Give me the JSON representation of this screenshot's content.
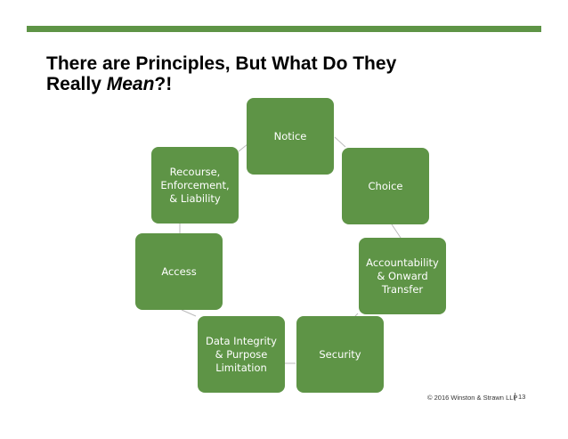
{
  "slide": {
    "title_line1": "There are Principles, But What Do They",
    "title_line2_prefix": "Really ",
    "title_line2_emphasis": "Mean",
    "title_line2_suffix": "?!",
    "accent_color": "#5e9446"
  },
  "diagram": {
    "nodes": [
      {
        "id": "notice",
        "label": "Notice"
      },
      {
        "id": "choice",
        "label": "Choice"
      },
      {
        "id": "accountability",
        "label": "Accountability\n& Onward\nTransfer"
      },
      {
        "id": "security",
        "label": "Security"
      },
      {
        "id": "data-integrity",
        "label": "Data Integrity\n& Purpose\nLimitation"
      },
      {
        "id": "access",
        "label": "Access"
      },
      {
        "id": "recourse",
        "label": "Recourse,\nEnforcement,\n& Liability"
      }
    ]
  },
  "footer": {
    "copyright": "© 2016 Winston & Strawn LLP",
    "page_number": "13"
  }
}
